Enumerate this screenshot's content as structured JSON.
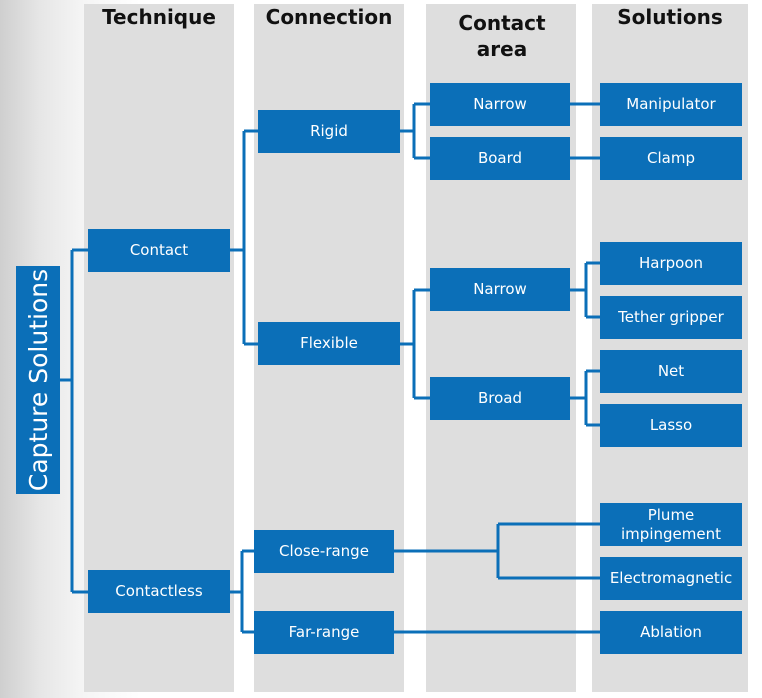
{
  "diagram": {
    "root": "Capture Solutions",
    "columns": [
      "Technique",
      "Connection",
      "Contact area",
      "Solutions"
    ],
    "technique": [
      "Contact",
      "Contactless"
    ],
    "connection": [
      "Rigid",
      "Flexible",
      "Close-range",
      "Far-range"
    ],
    "contact_area": [
      "Narrow",
      "Board",
      "Narrow",
      "Broad"
    ],
    "solutions": [
      "Manipulator",
      "Clamp",
      "Harpoon",
      "Tether gripper",
      "Net",
      "Lasso",
      "Plume impingement",
      "Electromagnetic",
      "Ablation"
    ],
    "colors": {
      "box": "#0b6fb8",
      "line": "#0b6fb8",
      "column_bg": "#dedede",
      "text": "#ffffff"
    }
  }
}
